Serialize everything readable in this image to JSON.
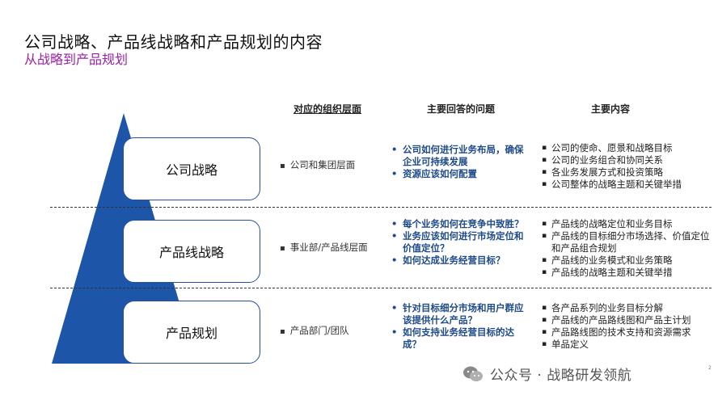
{
  "slide": {
    "title": "公司战略、产品线战略和产品规划的内容",
    "subtitle": "从战略到产品规划",
    "page_number": "2"
  },
  "columns": {
    "org_level": "对应的组织层面",
    "questions": "主要回答的问题",
    "content": "主要内容"
  },
  "colors": {
    "pyramid": "#1d56a8",
    "accent_subtitle": "#9b1fa8",
    "question_text": "#1d4a8a"
  },
  "levels": [
    {
      "name": "公司战略",
      "org": "公司和集团层面",
      "questions": [
        "公司如何进行业务布局，确保企业可持续发展",
        "资源应该如何配置"
      ],
      "content": [
        "公司的使命、愿景和战略目标",
        "公司的业务组合和协同关系",
        "各业务发展方式和投资策略",
        "公司整体的战略主题和关键举措"
      ]
    },
    {
      "name": "产品线战略",
      "org": "事业部/产品线层面",
      "questions": [
        "每个业务如何在竞争中致胜？",
        "业务应该如何进行市场定位和价值定位？",
        "如何达成业务经营目标？"
      ],
      "content": [
        "产品线的战略定位和业务目标",
        "产品线的目标细分市场选择、价值定位和产品组合规划",
        "产品线的业务模式和业务策略",
        "产品线的战略主题和关键举措"
      ]
    },
    {
      "name": "产品规划",
      "org": "产品部门/团队",
      "questions": [
        "针对目标细分市场和用户群应该提供什么产品？",
        "如何支持业务经营目标的达成？"
      ],
      "content": [
        "各产品系列的业务目标分解",
        "产品线的产品路线图和产品主计划",
        "产品路线图的技术支持和资源需求",
        "单品定义"
      ]
    }
  ],
  "watermark": {
    "icon": "wechat-icon",
    "text": "公众号 · 战略研发领航"
  }
}
